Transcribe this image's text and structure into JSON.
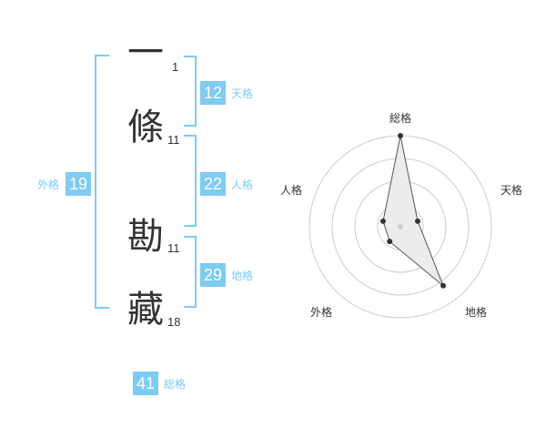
{
  "name_chars": [
    {
      "char": "一",
      "strokes": "1"
    },
    {
      "char": "條",
      "strokes": "11"
    },
    {
      "char": "勘",
      "strokes": "11"
    },
    {
      "char": "藏",
      "strokes": "18"
    }
  ],
  "kakusu": {
    "tenkaku": {
      "value": "12",
      "label": "天格"
    },
    "jinkaku": {
      "value": "22",
      "label": "人格"
    },
    "chikaku": {
      "value": "29",
      "label": "地格"
    },
    "gaikaku": {
      "value": "19",
      "label": "外格"
    },
    "soukaku": {
      "value": "41",
      "label": "総格"
    }
  },
  "colors": {
    "accent": "#7ecbf3",
    "text": "#333333",
    "grid": "#cccccc",
    "radar_fill": "#ececec"
  },
  "chart_data": {
    "type": "radar",
    "axes": [
      "総格",
      "天格",
      "地格",
      "外格",
      "人格"
    ],
    "values": [
      5,
      1,
      4,
      1,
      1
    ],
    "max": 5,
    "rings": 4
  }
}
